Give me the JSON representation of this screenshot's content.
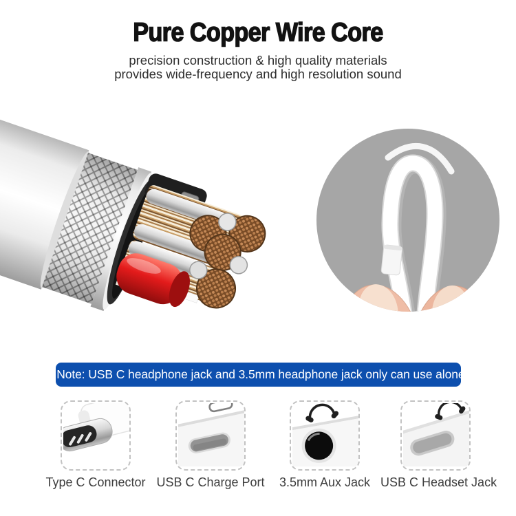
{
  "header": {
    "title": "Pure Copper Wire Core",
    "subtitle_line1": "precision construction & high quality materials",
    "subtitle_line2": "provides wide-frequency and high resolution sound"
  },
  "hero": {
    "left_image": "cable-cutaway-copper-core-illustration",
    "right_image": "flexible-white-cable-loop-photo"
  },
  "note": {
    "text": "* Note: USB C headphone jack and 3.5mm headphone jack only can use alone."
  },
  "features": [
    {
      "label": "Type C Connector",
      "icon": "type-c-connector-icon"
    },
    {
      "label": "USB C Charge Port",
      "icon": "usb-c-charge-port-icon"
    },
    {
      "label": "3.5mm Aux Jack",
      "icon": "aux-jack-icon"
    },
    {
      "label": "USB C Headset Jack",
      "icon": "usb-c-headset-jack-icon"
    }
  ],
  "colors": {
    "note_blue": "#0d4fae",
    "photo_circle_gray": "#a6a6a6",
    "text_dark": "#121212",
    "copper": "#a9713f",
    "wire_red": "#dd1c1c"
  }
}
